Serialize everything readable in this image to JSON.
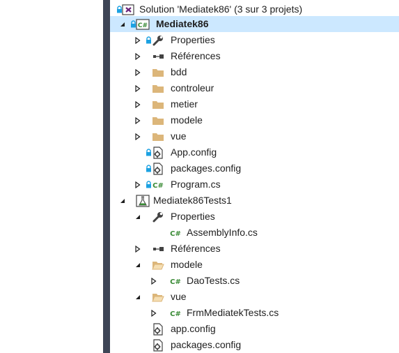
{
  "solution": {
    "label": "Solution 'Mediatek86' (3 sur 3 projets)"
  },
  "project_main": {
    "label": "Mediatek86",
    "items": {
      "properties": "Properties",
      "references": "Références",
      "bdd": "bdd",
      "controleur": "controleur",
      "metier": "metier",
      "modele": "modele",
      "vue": "vue",
      "app_config": "App.config",
      "packages_config": "packages.config",
      "program": "Program.cs"
    }
  },
  "project_tests": {
    "label": "Mediatek86Tests1",
    "items": {
      "properties": "Properties",
      "assemblyinfo": "AssemblyInfo.cs",
      "references": "Références",
      "modele": "modele",
      "daotests": "DaoTests.cs",
      "vue": "vue",
      "frmtests": "FrmMediatekTests.cs",
      "app_config": "app.config",
      "packages_config": "packages.config"
    }
  },
  "icons": {
    "csharp_glyph": "C#"
  },
  "colors": {
    "selection": "#cce8ff",
    "folder": "#dcb67a",
    "lock": "#1ba1e2",
    "csharp": "#388a34",
    "pane_border": "#3e4556"
  }
}
